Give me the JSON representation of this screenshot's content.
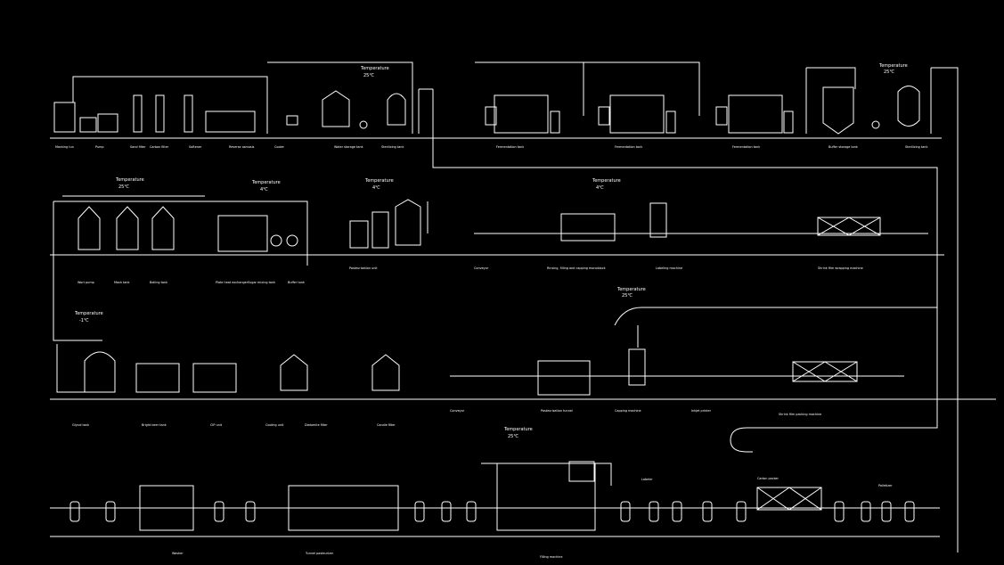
{
  "temperatures": [
    {
      "id": "t1",
      "label": "Temperature",
      "value": "25℃"
    },
    {
      "id": "t2",
      "label": "Temperature",
      "value": "25℃"
    },
    {
      "id": "t3",
      "label": "Temperature",
      "value": "25℃"
    },
    {
      "id": "t4",
      "label": "Temperature",
      "value": "4℃"
    },
    {
      "id": "t5",
      "label": "Temperature",
      "value": "4℃"
    },
    {
      "id": "t6",
      "label": "Temperature",
      "value": "4℃"
    },
    {
      "id": "t7",
      "label": "Temperature",
      "value": "25℃"
    },
    {
      "id": "t8",
      "label": "Temperature",
      "value": "-1℃"
    },
    {
      "id": "t9",
      "label": "Temperature",
      "value": "25℃"
    }
  ],
  "equipment_labels": {
    "row1": [
      "Mashing tun",
      "Pump",
      "Sand filter",
      "Carbon filter",
      "Softener",
      "Reverse osmosis",
      "Cooler",
      "Water storage tank",
      "Sterilizing tank",
      "Fermentation tank",
      "Fermentation tank",
      "Fermentation tank",
      "Buffer storage tank",
      "Sterilizing tank"
    ],
    "row2": [
      "Wort pump",
      "Mash tank",
      "Boiling tank",
      "Plate heat exchanger",
      "Sugar mixing tank",
      "Buffer tank",
      "Pasteurization unit",
      "Conveyor",
      "Rinsing, filling and capping monoblock",
      "Labeling machine",
      "Shrink film wrapping machine"
    ],
    "row3": [
      "Glycol tank",
      "Bright beer tank",
      "CIP unit",
      "Cooling unit",
      "Diatomite filter",
      "Candle filter",
      "Conveyor",
      "Pasteurization tunnel",
      "Capping machine",
      "Inkjet printer",
      "Shrink film packing machine"
    ],
    "row4": [
      "Washer",
      "Tunnel pasteurizer",
      "Filling machine",
      "Labeler",
      "Carton packer",
      "Palletizer"
    ]
  }
}
